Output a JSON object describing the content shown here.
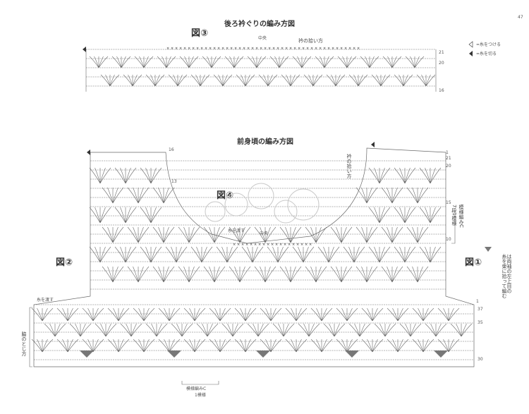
{
  "page_number": "47",
  "colors": {
    "ink": "#6a6a6a",
    "ink_dark": "#333333",
    "accent_fill": "#777777",
    "watermark": "#c8c8c8"
  },
  "back_collar": {
    "title": "後ろ衿ぐりの編み方図",
    "figure_label": "図③",
    "center_label": "中央",
    "pickup_label": "衿の拾い方",
    "row_numbers": {
      "top": "21",
      "mid": "20",
      "bottom": "16"
    }
  },
  "legend": {
    "attach_yarn": "=糸をつける",
    "cut_yarn": "=糸を切る"
  },
  "front_yoke": {
    "title": "前身頃の編み方図",
    "figure_center": "図④",
    "figure_left": "図②",
    "figure_right": "図①",
    "neck_pickup_label": "衿の拾い方",
    "pass_yarn_label": "糸を渡す",
    "center_label": "中央",
    "left_pass_yarn_label": "糸を渡す",
    "left_side_label": "脇のとじ方",
    "pattern_label": "模様編みC",
    "pattern_repeat": "7段1模様",
    "pattern_bottom_line1": "模様編みC",
    "pattern_bottom_line2": "1模様",
    "right_note": "は両袖の左上目の\n糸を束に拾って編む",
    "row_numbers": {
      "top_left_16": "16",
      "left_13": "13",
      "right_1": "1",
      "right_21": "21",
      "right_20": "20",
      "right_15": "15",
      "right_10": "10",
      "right_1b": "1",
      "right_37": "37",
      "right_35": "35",
      "right_30": "30"
    }
  }
}
